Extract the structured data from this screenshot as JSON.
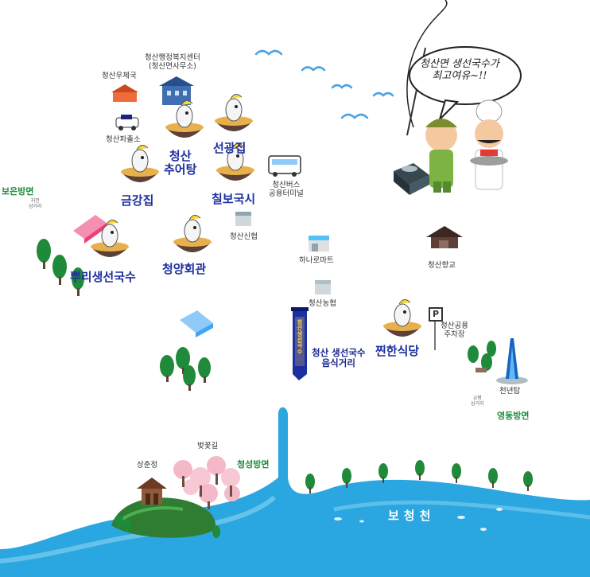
{
  "places": {
    "post_office": "청산우체국",
    "admin_center_line1": "청산행정복지센터",
    "admin_center_line2": "(청산면사무소)",
    "police": "청산파출소",
    "bus_terminal_line1": "청산버스",
    "bus_terminal_line2": "공용터미널",
    "shinhyup": "청산신협",
    "hanaro_mart": "하나로마트",
    "nonghyup": "청산농협",
    "hyanggyo": "청산향교",
    "parking_line1": "청산공용",
    "parking_line2": "주차장",
    "thousand_year_tower": "천년탑",
    "sangchunjeong": "상춘정",
    "cherry_road": "벚꽃길"
  },
  "restaurants": {
    "chungsan_line1": "청산",
    "chungsan_line2": "추어탕",
    "seongwang": "선광집",
    "geumgang": "금강집",
    "chilbo": "칠보국시",
    "ppuri": "뿌리생선국수",
    "cheongyang": "청양회관",
    "jjinhan": "찐한식당"
  },
  "street": {
    "line1": "청산 생선국수",
    "line2": "음식거리",
    "banner": "청산생선국수"
  },
  "directions": {
    "boeun": "보은방면",
    "boeun_sub_1": "지전",
    "boeun_sub_2": "삼거리",
    "yeongdong": "영동방면",
    "yeongdong_sub_1": "교평",
    "yeongdong_sub_2": "삼거리",
    "cheongseong": "청성방면"
  },
  "river_name": "보청천",
  "speech_line1": "청산면 생선국수가",
  "speech_line2": "최고여유~!!",
  "parking_sign": "P",
  "colors": {
    "water": "#2aa6e0",
    "water_light": "#7fd0f0",
    "restaurant_text": "#1c2fa0",
    "direction_text": "#1a8f3a",
    "tree": "#1f8a3a",
    "cherry": "#f4b9c8"
  }
}
